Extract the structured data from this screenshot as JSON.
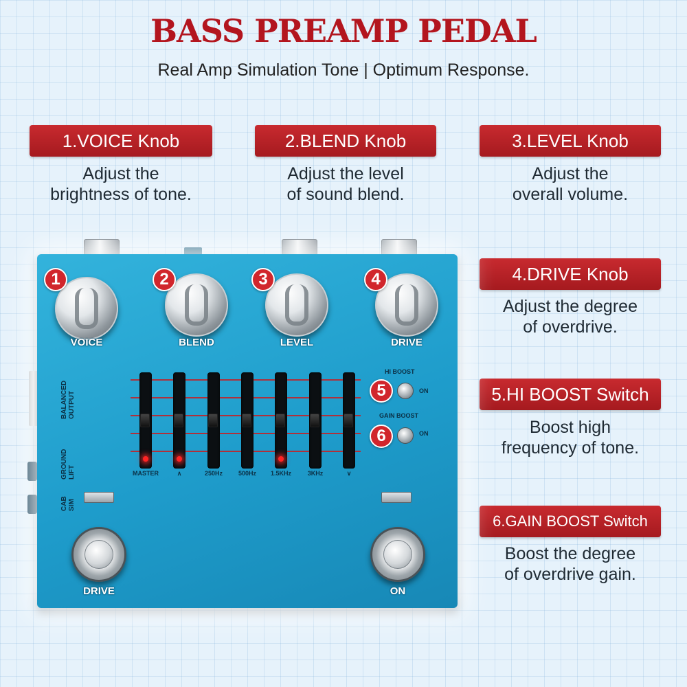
{
  "header": {
    "title": "BASS PREAMP PEDAL",
    "subtitle": "Real Amp Simulation Tone | Optimum Response."
  },
  "callouts": [
    {
      "badge": "1.VOICE Knob",
      "line1": "Adjust the",
      "line2": "brightness of tone."
    },
    {
      "badge": "2.BLEND Knob",
      "line1": "Adjust the level",
      "line2": "of sound blend."
    },
    {
      "badge": "3.LEVEL Knob",
      "line1": "Adjust the",
      "line2": "overall volume."
    },
    {
      "badge": "4.DRIVE Knob",
      "line1": "Adjust the degree",
      "line2": "of overdrive."
    },
    {
      "badge": "5.HI BOOST Switch",
      "line1": "Boost high",
      "line2": "frequency of tone."
    },
    {
      "badge": "6.GAIN BOOST Switch",
      "line1": "Boost the degree",
      "line2": "of overdrive gain."
    }
  ],
  "pedal": {
    "knobs": [
      {
        "number": "1",
        "label": "VOICE"
      },
      {
        "number": "2",
        "label": "BLEND"
      },
      {
        "number": "3",
        "label": "LEVEL"
      },
      {
        "number": "4",
        "label": "DRIVE"
      }
    ],
    "switches": [
      {
        "number": "5",
        "label": "HI BOOST",
        "state": "ON"
      },
      {
        "number": "6",
        "label": "GAIN BOOST",
        "state": "ON"
      }
    ],
    "eq_bands": [
      "MASTER",
      "∧",
      "250Hz",
      "500Hz",
      "1.5KHz",
      "3KHz",
      "∨"
    ],
    "side_labels": {
      "balanced_output": "BALANCED OUTPUT",
      "ground_lift": "GROUND LIFT",
      "cab_sim": "CAB SIM"
    },
    "footswitches": {
      "left": "DRIVE",
      "right": "ON"
    }
  },
  "colors": {
    "accent_red": "#b3151e",
    "badge_red": "#c82a2f",
    "pedal_blue": "#1e9ccb"
  }
}
